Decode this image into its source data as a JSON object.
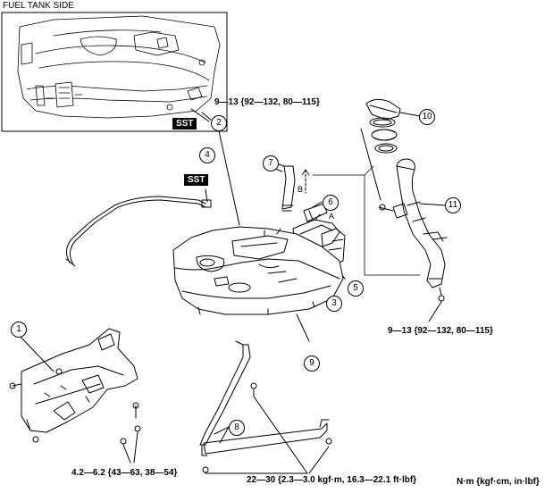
{
  "inset": {
    "title": "FUEL TANK SIDE",
    "sst_label": "SST"
  },
  "sst_label": "SST",
  "callouts": [
    "1",
    "2",
    "3",
    "4",
    "5",
    "6",
    "7",
    "8",
    "9",
    "10",
    "11"
  ],
  "arrows": {
    "a": "A",
    "b": "B"
  },
  "torque": {
    "filler_upper": "9—13 {92—132, 80—115}",
    "filler_lower": "9—13 {92—132, 80—115}",
    "cover": "4.2—6.2 {43—63, 38—54}",
    "straps": "22—30 {2.3—3.0 kgf·m, 16.3—22.1 ft·lbf}"
  },
  "units": "N·m {kgf·cm, in·lbf}"
}
